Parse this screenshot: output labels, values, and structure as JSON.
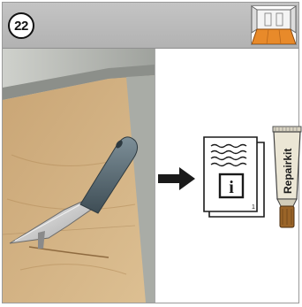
{
  "step": {
    "number": "22"
  },
  "icons": {
    "room_thumbnail": "room-floor-icon",
    "arrow": "arrow-right-icon",
    "document": "manual-document-icon",
    "info": "info-icon",
    "tube": "repair-kit-tube-icon"
  },
  "document": {
    "info_glyph": "i",
    "page_number": "1"
  },
  "repair_kit": {
    "label": "Repairkit"
  },
  "colors": {
    "header": "#bcbcbc",
    "laminate": "#cfae82",
    "wall": "#a8aba6",
    "knife_blade": "#d0d0d0",
    "knife_handle": "#5e6f78",
    "tube_label": "#ebe6d5",
    "tube_cap": "#9a6428"
  }
}
